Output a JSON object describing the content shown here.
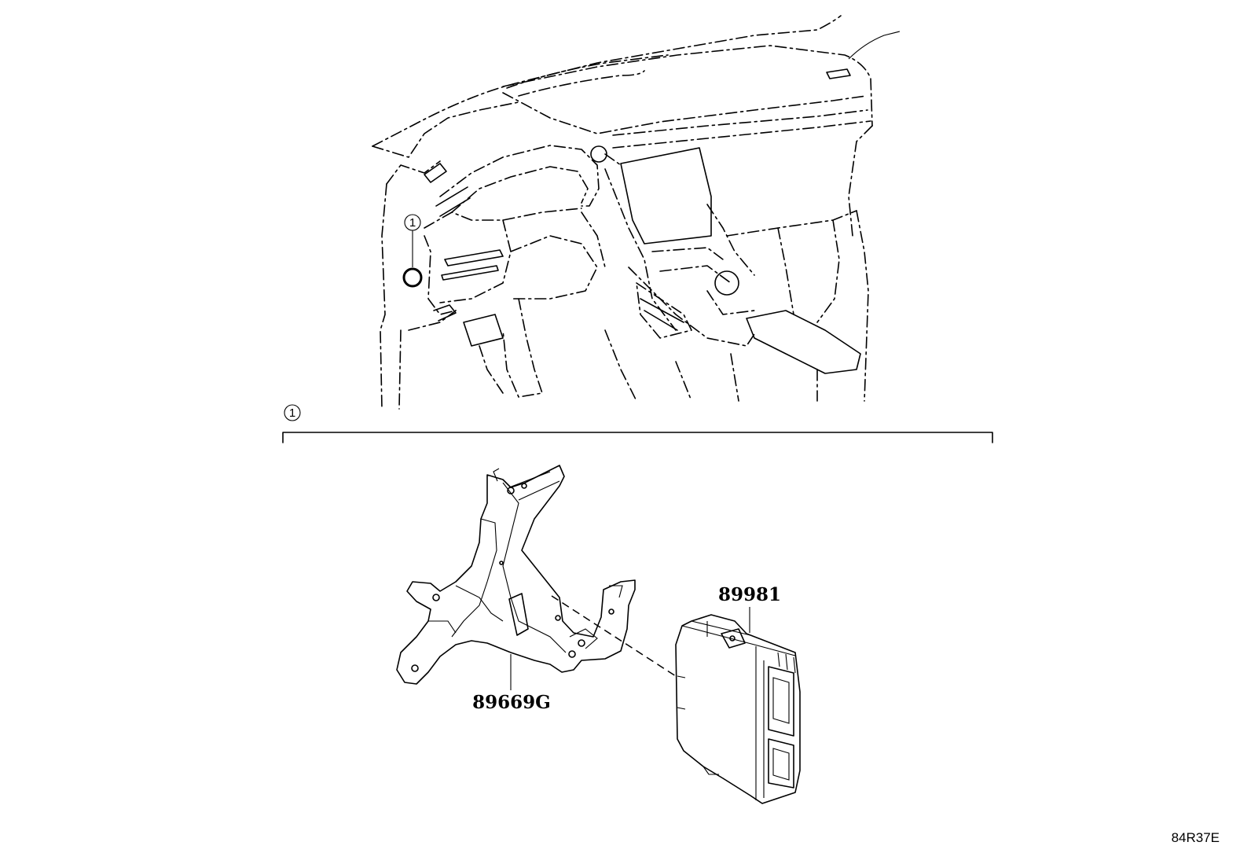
{
  "callouts": {
    "location_marker": "1",
    "section_marker": "1"
  },
  "parts": {
    "bracket": {
      "number": "89669G"
    },
    "module": {
      "number": "89981"
    }
  },
  "footer": {
    "illustration_code": "84R37E"
  }
}
